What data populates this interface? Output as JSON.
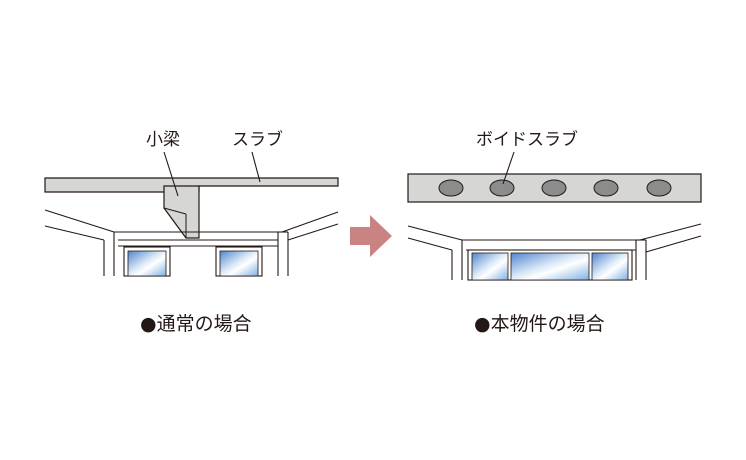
{
  "left_panel": {
    "label_beam": "小梁",
    "label_slab": "スラブ",
    "caption": "●通常の場合"
  },
  "right_panel": {
    "label_slab": "ボイドスラブ",
    "caption": "●本物件の場合"
  },
  "colors": {
    "slab_fill": "#d6d6d4",
    "line": "#231815",
    "arrow": "#c98383",
    "glass": "#6f9fd8",
    "void_fill": "#8c8c8c"
  }
}
